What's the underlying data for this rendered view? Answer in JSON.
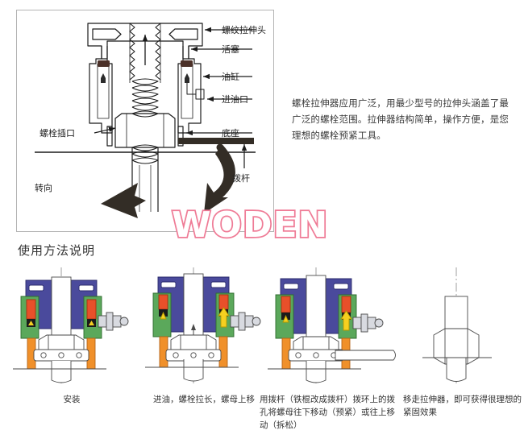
{
  "main_diagram": {
    "labels_right": [
      {
        "id": "thread-puller-head",
        "text": "螺纹拉伸头"
      },
      {
        "id": "piston",
        "text": "活塞"
      },
      {
        "id": "oil-cylinder",
        "text": "油缸"
      },
      {
        "id": "oil-inlet",
        "text": "进油口"
      },
      {
        "id": "base",
        "text": "底座"
      },
      {
        "id": "lever-rod",
        "text": "拨杆"
      }
    ],
    "labels_left": [
      {
        "id": "bolt-socket",
        "text": "螺栓插口"
      },
      {
        "id": "turn-direction",
        "text": "转向"
      }
    ]
  },
  "description": {
    "paragraph": "螺栓拉伸器应用广泛，用最少型号的拉伸头涵盖了最广泛的螺栓范围。拉伸器结构简单，操作方便，是您理想的螺栓预紧工具。"
  },
  "branding": {
    "logo_text": "WODEN",
    "logo_color": "#ef7b96"
  },
  "section": {
    "title": "使用方法说明"
  },
  "steps": [
    {
      "id": "step-install",
      "caption": "安装"
    },
    {
      "id": "step-oil-in",
      "caption": "进油，螺栓拉长，螺母上移"
    },
    {
      "id": "step-lever",
      "caption": "用拨杆（铁棍改成拨杆）拨环上的拨孔将螺母往下移动（预紧）或往上移动（拆松）"
    },
    {
      "id": "step-remove",
      "caption": "移走拉伸器，即可获得很理想的紧固效果"
    }
  ],
  "palette": {
    "line": "#3a3a3a",
    "cylinder_blue": "#4a4a9c",
    "body_green": "#5ba85b",
    "seal_orange_red": "#e8502a",
    "bolt_orange": "#f0902a",
    "arrow_yellow": "#f5d020",
    "metal_gray": "#d8dae0",
    "frame_border": "#b4b4b4"
  }
}
